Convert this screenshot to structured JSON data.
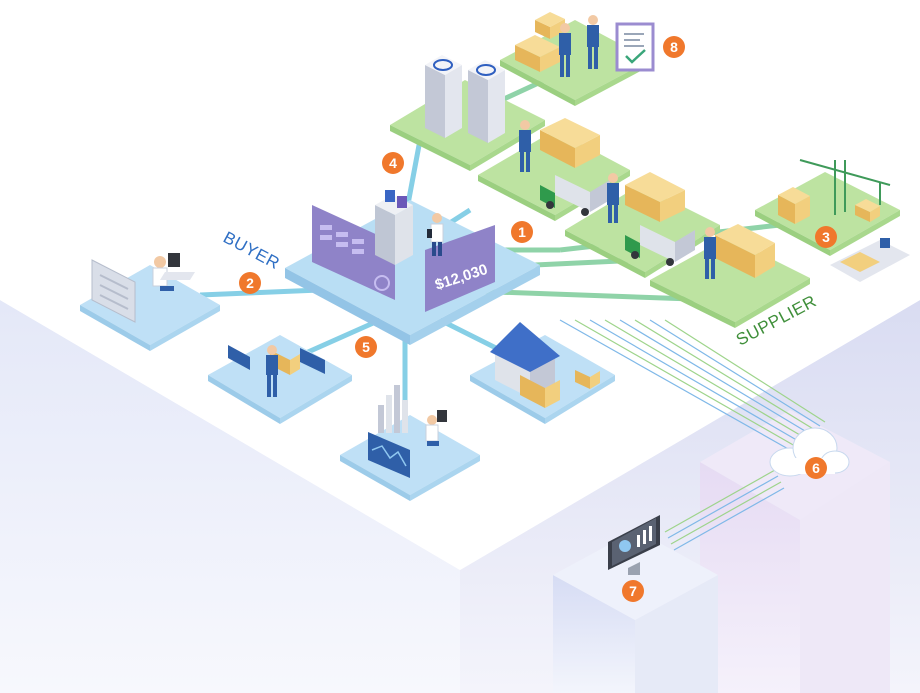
{
  "labels": {
    "buyer": "BUYER",
    "supplier": "SUPPLIER",
    "price": "$12,030"
  },
  "badges": [
    "1",
    "2",
    "3",
    "4",
    "5",
    "6",
    "7",
    "8"
  ],
  "colors": {
    "badge": "#f0782c",
    "buyer_text": "#2f6fc4",
    "supplier_text": "#3f8f3a",
    "buyer_platform": "#a9d3f2",
    "supplier_platform": "#b8dc98",
    "hub_panel": "#8a7cc4",
    "cloud_block": "#d8d0ee",
    "monitor_block": "#cfd8f2"
  },
  "icons": [
    "cloud-icon",
    "monitor-chart-icon",
    "checklist-document-icon",
    "server-icon",
    "truck-icon",
    "crane-icon",
    "warehouse-icon",
    "worker-icon",
    "box-stack-icon"
  ]
}
